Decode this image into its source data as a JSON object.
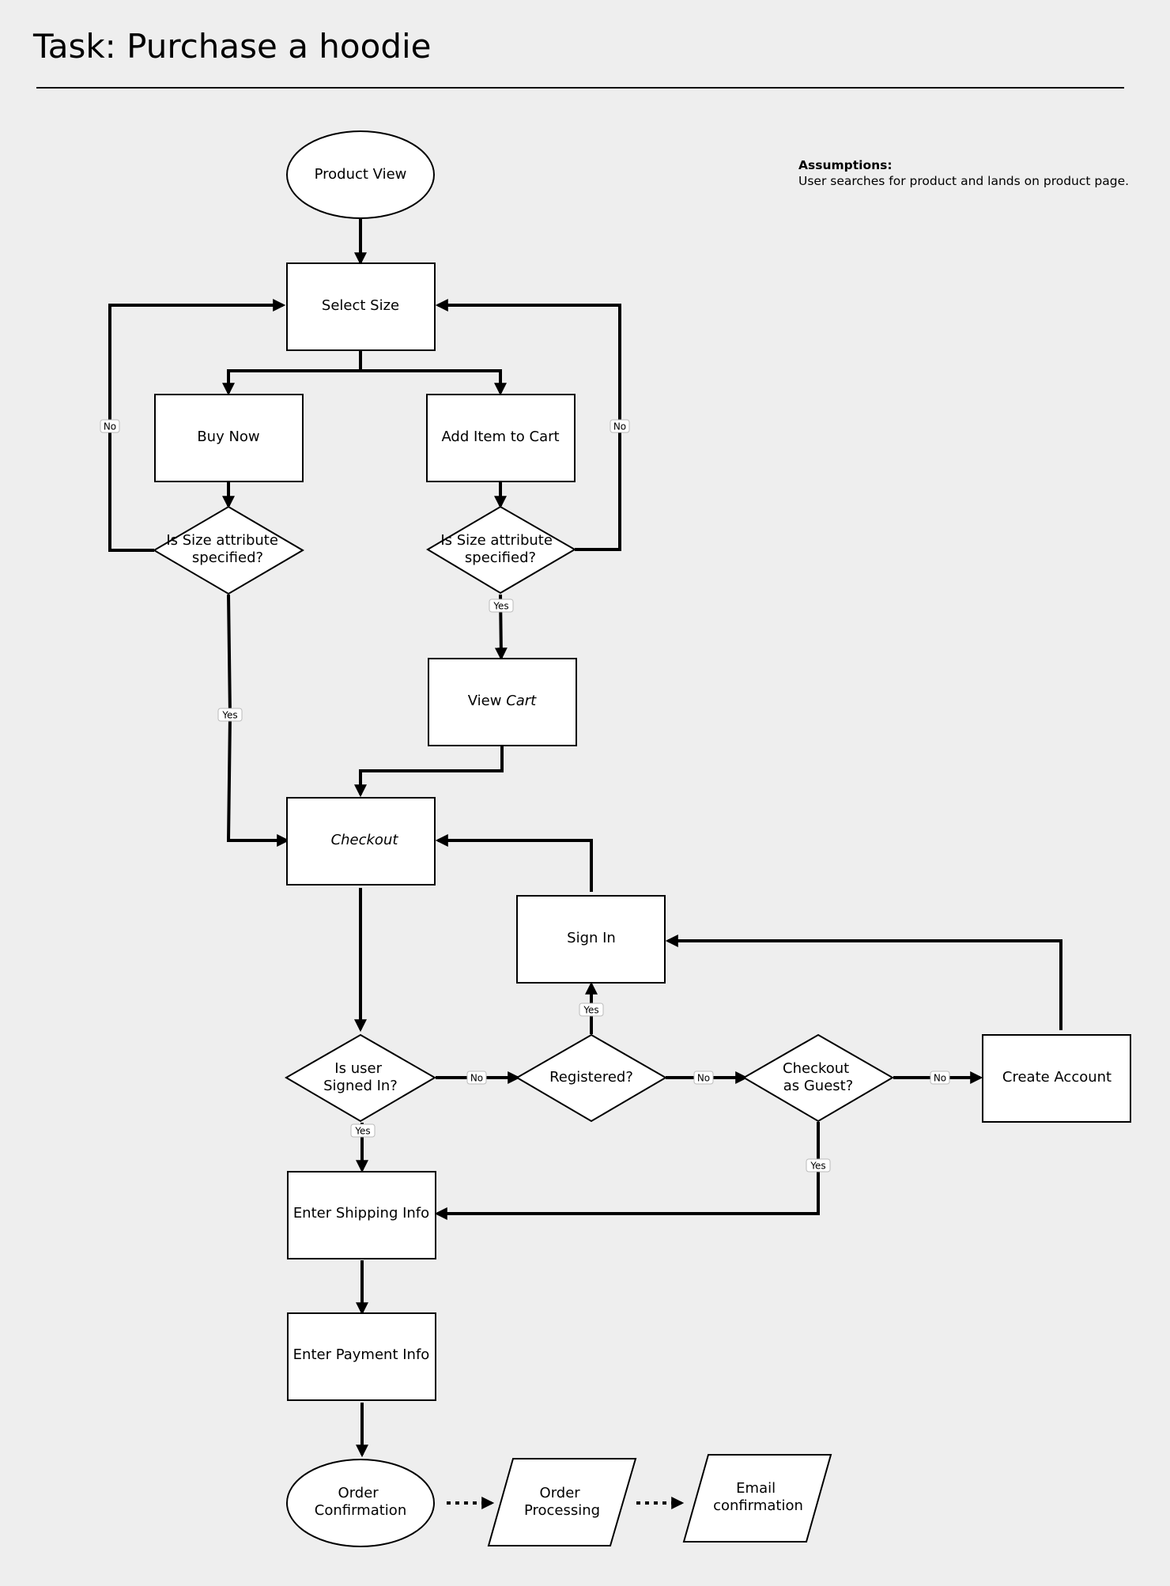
{
  "title": "Task: Purchase a hoodie",
  "assumptions": {
    "heading": "Assumptions:",
    "text": "User searches for product and lands on product page."
  },
  "nodes": {
    "product_view": [
      "Product View"
    ],
    "select_size": [
      "Select Size"
    ],
    "buy_now": [
      "Buy Now"
    ],
    "add_to_cart": [
      "Add Item to Cart"
    ],
    "size_check_left": [
      "Is Size attribute",
      "specified?"
    ],
    "size_check_right": [
      "Is Size attribute",
      "specified?"
    ],
    "view_cart": [
      "View Cart"
    ],
    "checkout": [
      "Checkout"
    ],
    "sign_in": [
      "Sign In"
    ],
    "is_signed_in": [
      "Is user",
      "Signed In?"
    ],
    "registered": [
      "Registered?"
    ],
    "checkout_guest": [
      "Checkout",
      "as Guest?"
    ],
    "create_account": [
      "Create Account"
    ],
    "shipping": [
      "Enter Shipping Info"
    ],
    "payment": [
      "Enter Payment Info"
    ],
    "order_confirmation": [
      "Order",
      "Confirmation"
    ],
    "order_processing": [
      "Order",
      "Processing"
    ],
    "email_confirmation": [
      "Email",
      "confirmation"
    ]
  },
  "edge_labels": {
    "left_no": "No",
    "right_no": "No",
    "right_yes": "Yes",
    "left_yes": "Yes",
    "signed_in_no": "No",
    "signed_in_yes": "Yes",
    "registered_yes": "Yes",
    "registered_no": "No",
    "guest_no": "No",
    "guest_yes": "Yes"
  }
}
